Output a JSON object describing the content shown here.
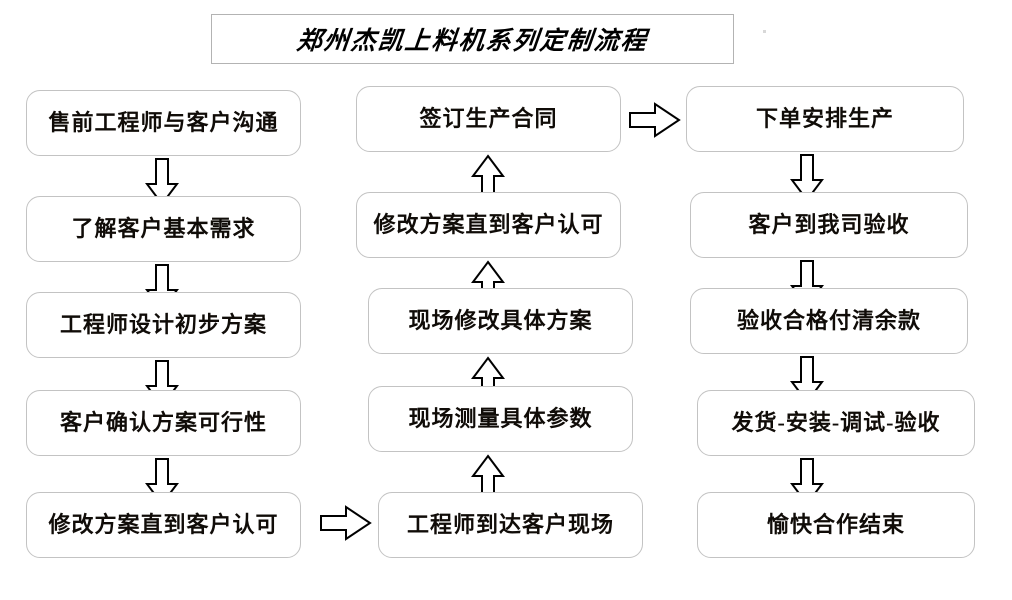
{
  "title": {
    "text": "郑州杰凯上料机系列定制流程"
  },
  "columns": [
    {
      "id": "column-1",
      "nodes": [
        {
          "id": "node-pre-sales-communication",
          "label": "售前工程师与客户沟通"
        },
        {
          "id": "node-understand-basic-needs",
          "label": "了解客户基本需求"
        },
        {
          "id": "node-engineer-initial-plan",
          "label": "工程师设计初步方案"
        },
        {
          "id": "node-customer-confirm-feasibility",
          "label": "客户确认方案可行性"
        },
        {
          "id": "node-revise-until-approved-1",
          "label": "修改方案直到客户认可"
        }
      ],
      "arrow_direction": "down"
    },
    {
      "id": "column-2",
      "nodes": [
        {
          "id": "node-sign-production-contract",
          "label": "签订生产合同"
        },
        {
          "id": "node-revise-until-approved-2",
          "label": "修改方案直到客户认可"
        },
        {
          "id": "node-onsite-revise-plan",
          "label": "现场修改具体方案"
        },
        {
          "id": "node-onsite-measure-params",
          "label": "现场测量具体参数"
        },
        {
          "id": "node-engineer-arrives-onsite",
          "label": "工程师到达客户现场"
        }
      ],
      "arrow_direction": "up"
    },
    {
      "id": "column-3",
      "nodes": [
        {
          "id": "node-place-order-schedule-production",
          "label": "下单安排生产"
        },
        {
          "id": "node-customer-inspection-at-our-company",
          "label": "客户到我司验收"
        },
        {
          "id": "node-pay-balance-after-acceptance",
          "label": "验收合格付清余款"
        },
        {
          "id": "node-ship-install-debug-accept",
          "label": "发货-安装-调试-验收"
        },
        {
          "id": "node-pleasant-cooperation-end",
          "label": "愉快合作结束"
        }
      ],
      "arrow_direction": "down"
    }
  ],
  "connectors": [
    {
      "id": "connector-col1-to-col2",
      "direction": "right",
      "from": "node-revise-until-approved-1",
      "to": "node-engineer-arrives-onsite"
    },
    {
      "id": "connector-col2-to-col3",
      "direction": "right",
      "from": "node-sign-production-contract",
      "to": "node-place-order-schedule-production"
    }
  ],
  "colors": {
    "node_border": "#c3c3c3",
    "node_fill": "#ffffff",
    "title_border": "#b3b3b3",
    "text": "#100c08",
    "arrow_stroke": "#000000",
    "arrow_fill": "#ffffff",
    "background": "#ffffff"
  }
}
